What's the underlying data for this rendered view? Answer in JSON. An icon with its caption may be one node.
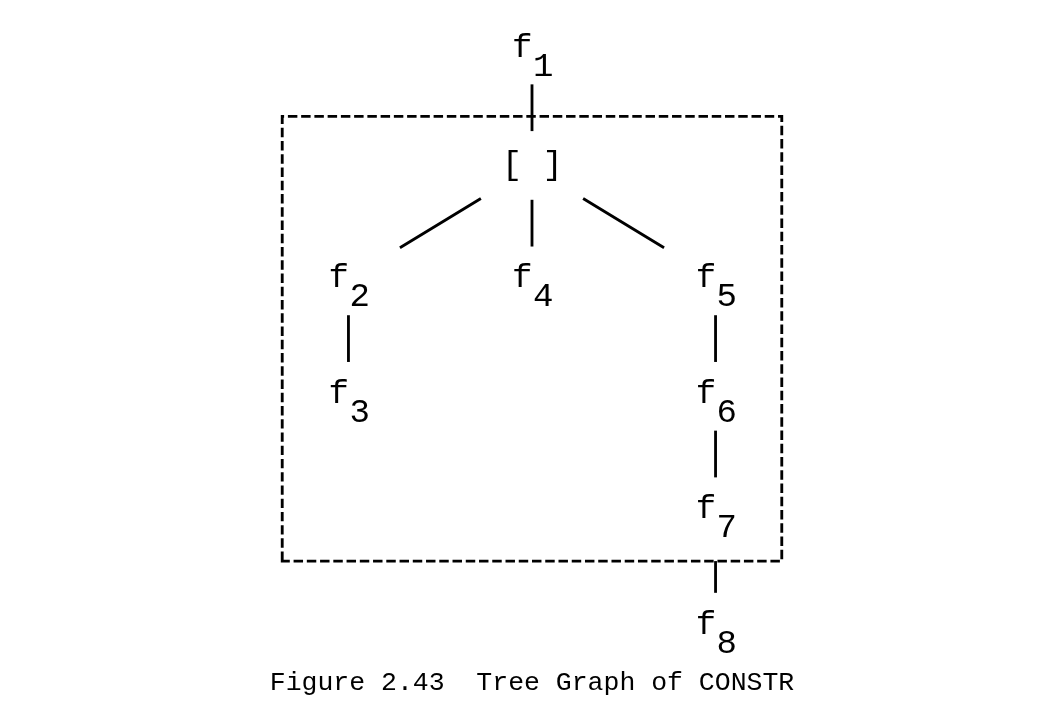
{
  "diagram": {
    "caption": "Figure 2.43  Tree Graph of CONSTR",
    "nodes": [
      {
        "text": [
          "f$_{1}$"
        ]
      },
      {
        "text": [],
        "shape": "box"
      },
      {
        "text": [
          "[ ]"
        ],
        "in": 1
      },
      {
        "text": [
          "f$_{2}$"
        ],
        "in": 1
      },
      {
        "text": [
          "f$_{4}$"
        ],
        "in": 1
      },
      {
        "text": [
          "f$_{5}$"
        ],
        "in": 1
      },
      {
        "text": [
          "f$_{3}$"
        ],
        "in": 1
      },
      {
        "text": [
          "f$_{6}$"
        ],
        "in": 1
      },
      {
        "text": [
          "f$_{7}$"
        ],
        "in": 1
      },
      {
        "text": [
          "f$_{8}$"
        ]
      }
    ],
    "edges": [
      {
        "from": 0,
        "to": 2,
        "arrow": "none"
      },
      {
        "from": 2,
        "to": 3,
        "arrow": "none"
      },
      {
        "from": 2,
        "to": 4,
        "arrow": "none"
      },
      {
        "from": 2,
        "to": 5,
        "arrow": "none"
      },
      {
        "from": 3,
        "to": 6,
        "arrow": "none"
      },
      {
        "from": 5,
        "to": 7,
        "arrow": "none"
      },
      {
        "from": 7,
        "to": 8,
        "arrow": "none"
      },
      {
        "from": 1,
        "to": 9,
        "arrow": "none"
      }
    ]
  }
}
